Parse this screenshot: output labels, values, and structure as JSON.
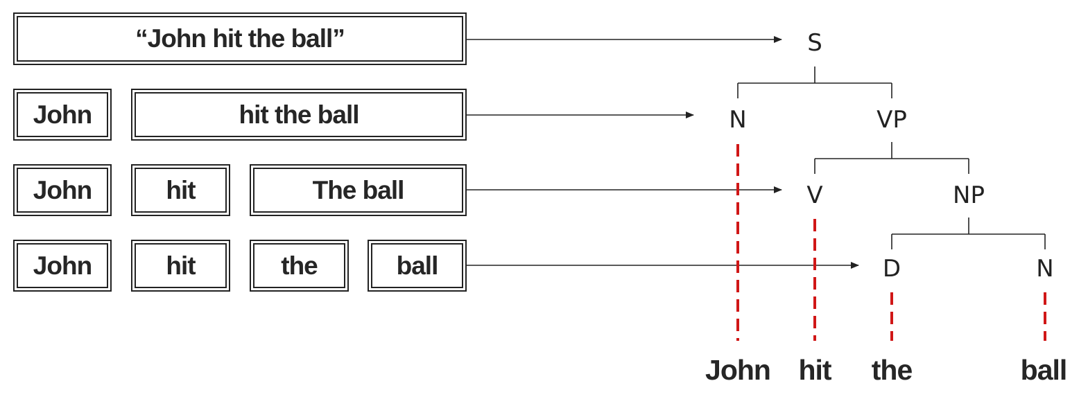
{
  "rows": [
    {
      "segments": [
        "“John hit the ball”"
      ]
    },
    {
      "segments": [
        "John",
        "hit the ball"
      ]
    },
    {
      "segments": [
        "John",
        "hit",
        "The ball"
      ]
    },
    {
      "segments": [
        "John",
        "hit",
        "the",
        "ball"
      ]
    }
  ],
  "tree": {
    "nodes": {
      "s": "S",
      "n_subject": "N",
      "vp": "VP",
      "v": "V",
      "np": "NP",
      "d": "D",
      "n_object": "N"
    },
    "leaves": {
      "john": "John",
      "hit": "hit",
      "the": "the",
      "ball": "ball"
    }
  },
  "colors": {
    "ink": "#222222",
    "connector_dashed": "#d01717"
  }
}
